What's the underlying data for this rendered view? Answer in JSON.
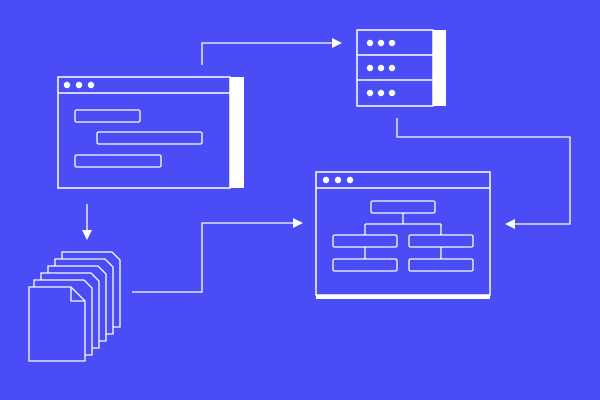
{
  "colors": {
    "background": "#4a4cf5",
    "line": "#ffffff",
    "fill": "#4a4cf5",
    "shadow": "#ffffff"
  },
  "diagram": {
    "nodes": [
      {
        "id": "source-window",
        "icon": "browser-window-icon",
        "text_field_count": 3
      },
      {
        "id": "server-rack",
        "icon": "server-rack-icon",
        "unit_count": 3
      },
      {
        "id": "document-stack",
        "icon": "file-stack-icon",
        "page_count": 6
      },
      {
        "id": "target-window",
        "icon": "hierarchy-window-icon",
        "child_count": 4
      }
    ],
    "edges": [
      {
        "from": "source-window",
        "to": "server-rack"
      },
      {
        "from": "server-rack",
        "to": "target-window"
      },
      {
        "from": "source-window",
        "to": "document-stack"
      },
      {
        "from": "document-stack",
        "to": "target-window"
      }
    ]
  }
}
